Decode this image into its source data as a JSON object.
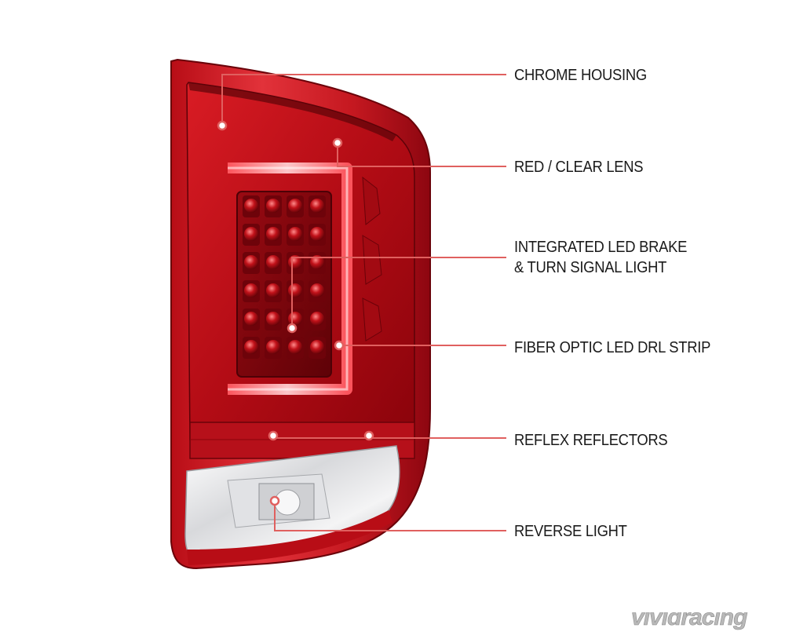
{
  "callouts": [
    {
      "id": "chrome-housing",
      "lines": [
        "CHROME HOUSING"
      ]
    },
    {
      "id": "red-clear-lens",
      "lines": [
        "RED / CLEAR LENS"
      ]
    },
    {
      "id": "led-brake-turn",
      "lines": [
        "INTEGRATED LED BRAKE",
        "& TURN SIGNAL LIGHT"
      ]
    },
    {
      "id": "fiber-optic-drl",
      "lines": [
        "FIBER OPTIC LED DRL STRIP"
      ]
    },
    {
      "id": "reflex-reflectors",
      "lines": [
        "REFLEX REFLECTORS"
      ]
    },
    {
      "id": "reverse-light",
      "lines": [
        "REVERSE LIGHT"
      ]
    }
  ],
  "watermark": {
    "text": "vividracing"
  },
  "colors": {
    "lens_red": "#c4121b",
    "lens_dark_red": "#7a0208",
    "accent_line": "#e0605f",
    "label_text": "#1a1a1a",
    "chrome": "#e8e8ea"
  }
}
